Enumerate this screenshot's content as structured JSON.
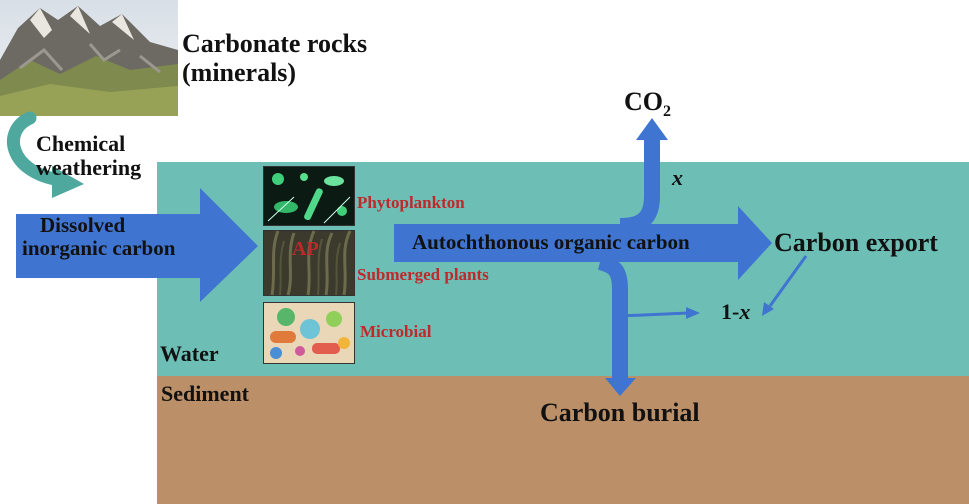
{
  "rocks_label": [
    "Carbonate rocks",
    "(minerals)"
  ],
  "weathering_label": [
    "Chemical",
    "weathering"
  ],
  "dic_label": [
    "Dissolved",
    "inorganic carbon"
  ],
  "producers": {
    "phytoplankton": "Phytoplankton",
    "ap": "AP",
    "submerged": "Submerged plants",
    "microbial": "Microbial"
  },
  "co2": {
    "main": "CO",
    "sub": "2"
  },
  "x_label": "x",
  "aoc_label": "Autochthonous organic carbon",
  "export_label": "Carbon export",
  "one_minus_x": {
    "prefix": "1-",
    "var": "x"
  },
  "water_label": "Water",
  "sediment_label": "Sediment",
  "burial_label": "Carbon burial",
  "colors": {
    "water": "#6dbfb6",
    "sediment": "#bb9068",
    "arrow_blue": "#3f74d0",
    "weathering_arrow": "#4fa89e",
    "producer_text": "#c0282a"
  }
}
